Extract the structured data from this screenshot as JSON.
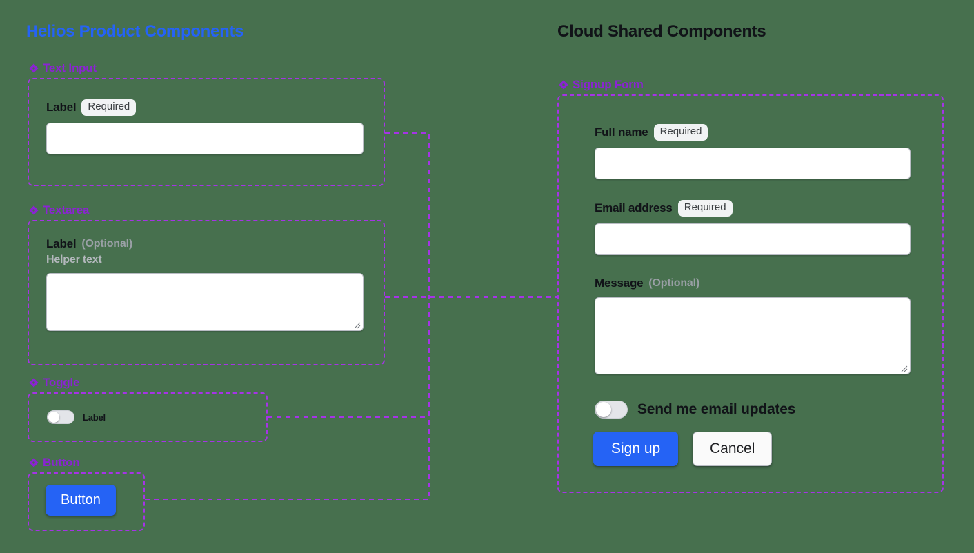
{
  "page": {
    "background_color": "#47704e",
    "accent_blue": "#2563f5",
    "accent_purple": "#a633e6",
    "heading_purple": "#8b23d4"
  },
  "left_column": {
    "title": "Helios Product Components",
    "sections": [
      {
        "icon": "diamond-component-icon",
        "heading": "Text Input",
        "field": {
          "label": "Label",
          "badge": "Required"
        }
      },
      {
        "icon": "diamond-component-icon",
        "heading": "Textarea",
        "field": {
          "label": "Label",
          "optional": "(Optional)",
          "helper": "Helper text"
        }
      },
      {
        "icon": "diamond-component-icon",
        "heading": "Toggle",
        "field": {
          "label": "Label",
          "state": "off"
        }
      },
      {
        "icon": "diamond-component-icon",
        "heading": "Button",
        "field": {
          "label": "Button"
        }
      }
    ]
  },
  "right_column": {
    "title": "Cloud Shared Components",
    "section": {
      "icon": "diamond-component-icon",
      "heading": "Signup Form"
    },
    "form": {
      "full_name": {
        "label": "Full name",
        "badge": "Required",
        "value": ""
      },
      "email": {
        "label": "Email address",
        "badge": "Required",
        "value": ""
      },
      "message": {
        "label": "Message",
        "optional": "(Optional)",
        "value": ""
      },
      "toggle": {
        "label": "Send me email updates",
        "state": "off"
      },
      "submit_label": "Sign up",
      "cancel_label": "Cancel"
    }
  }
}
